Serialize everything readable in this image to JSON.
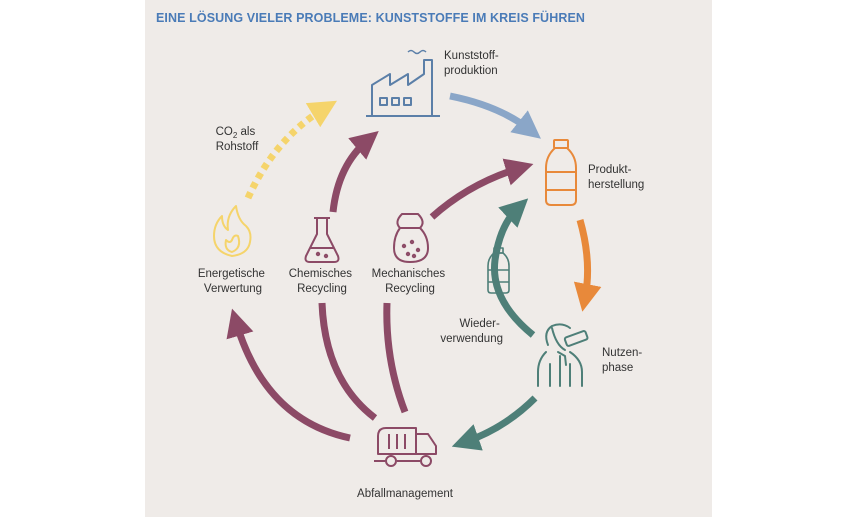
{
  "title": "EINE LÖSUNG VIELER PROBLEME: KUNSTSTOFFE IM KREIS FÜHREN",
  "nodes": {
    "kunststoffproduktion": [
      "Kunststoff-",
      "produktion"
    ],
    "produktherstellung": [
      "Produkt-",
      "herstellung"
    ],
    "nutzenphase": [
      "Nutzen-",
      "phase"
    ],
    "abfallmanagement": [
      "Abfallmanagement"
    ],
    "energetische_verwertung": [
      "Energetische",
      "Verwertung"
    ],
    "chemisches_recycling": [
      "Chemisches",
      "Recycling"
    ],
    "mechanisches_recycling": [
      "Mechanisches",
      "Recycling"
    ],
    "wiederverwendung": [
      "Wieder-",
      "verwendung"
    ],
    "co2_rohstoff": {
      "line1_main": "CO",
      "line1_sub": "2",
      "line1_rest": " als",
      "line2": "Rohstoff"
    }
  },
  "icons": {
    "factory": "factory-icon",
    "bottle": "bottle-icon",
    "person": "person-drinking-icon",
    "truck": "garbage-truck-icon",
    "flame": "flame-icon",
    "flask": "flask-icon",
    "bag": "sack-icon",
    "small_bottle": "small-bottle-icon"
  },
  "colors": {
    "title": "#4a7bb7",
    "panel": "#efebe8",
    "production_arrow": "#8aa6c8",
    "product_orange": "#e8893a",
    "use_teal": "#4e7f78",
    "recycling_purple": "#8c4a66",
    "energy_yellow": "#f5d46b",
    "factory_blue": "#5b7fa8",
    "text": "#333333"
  }
}
